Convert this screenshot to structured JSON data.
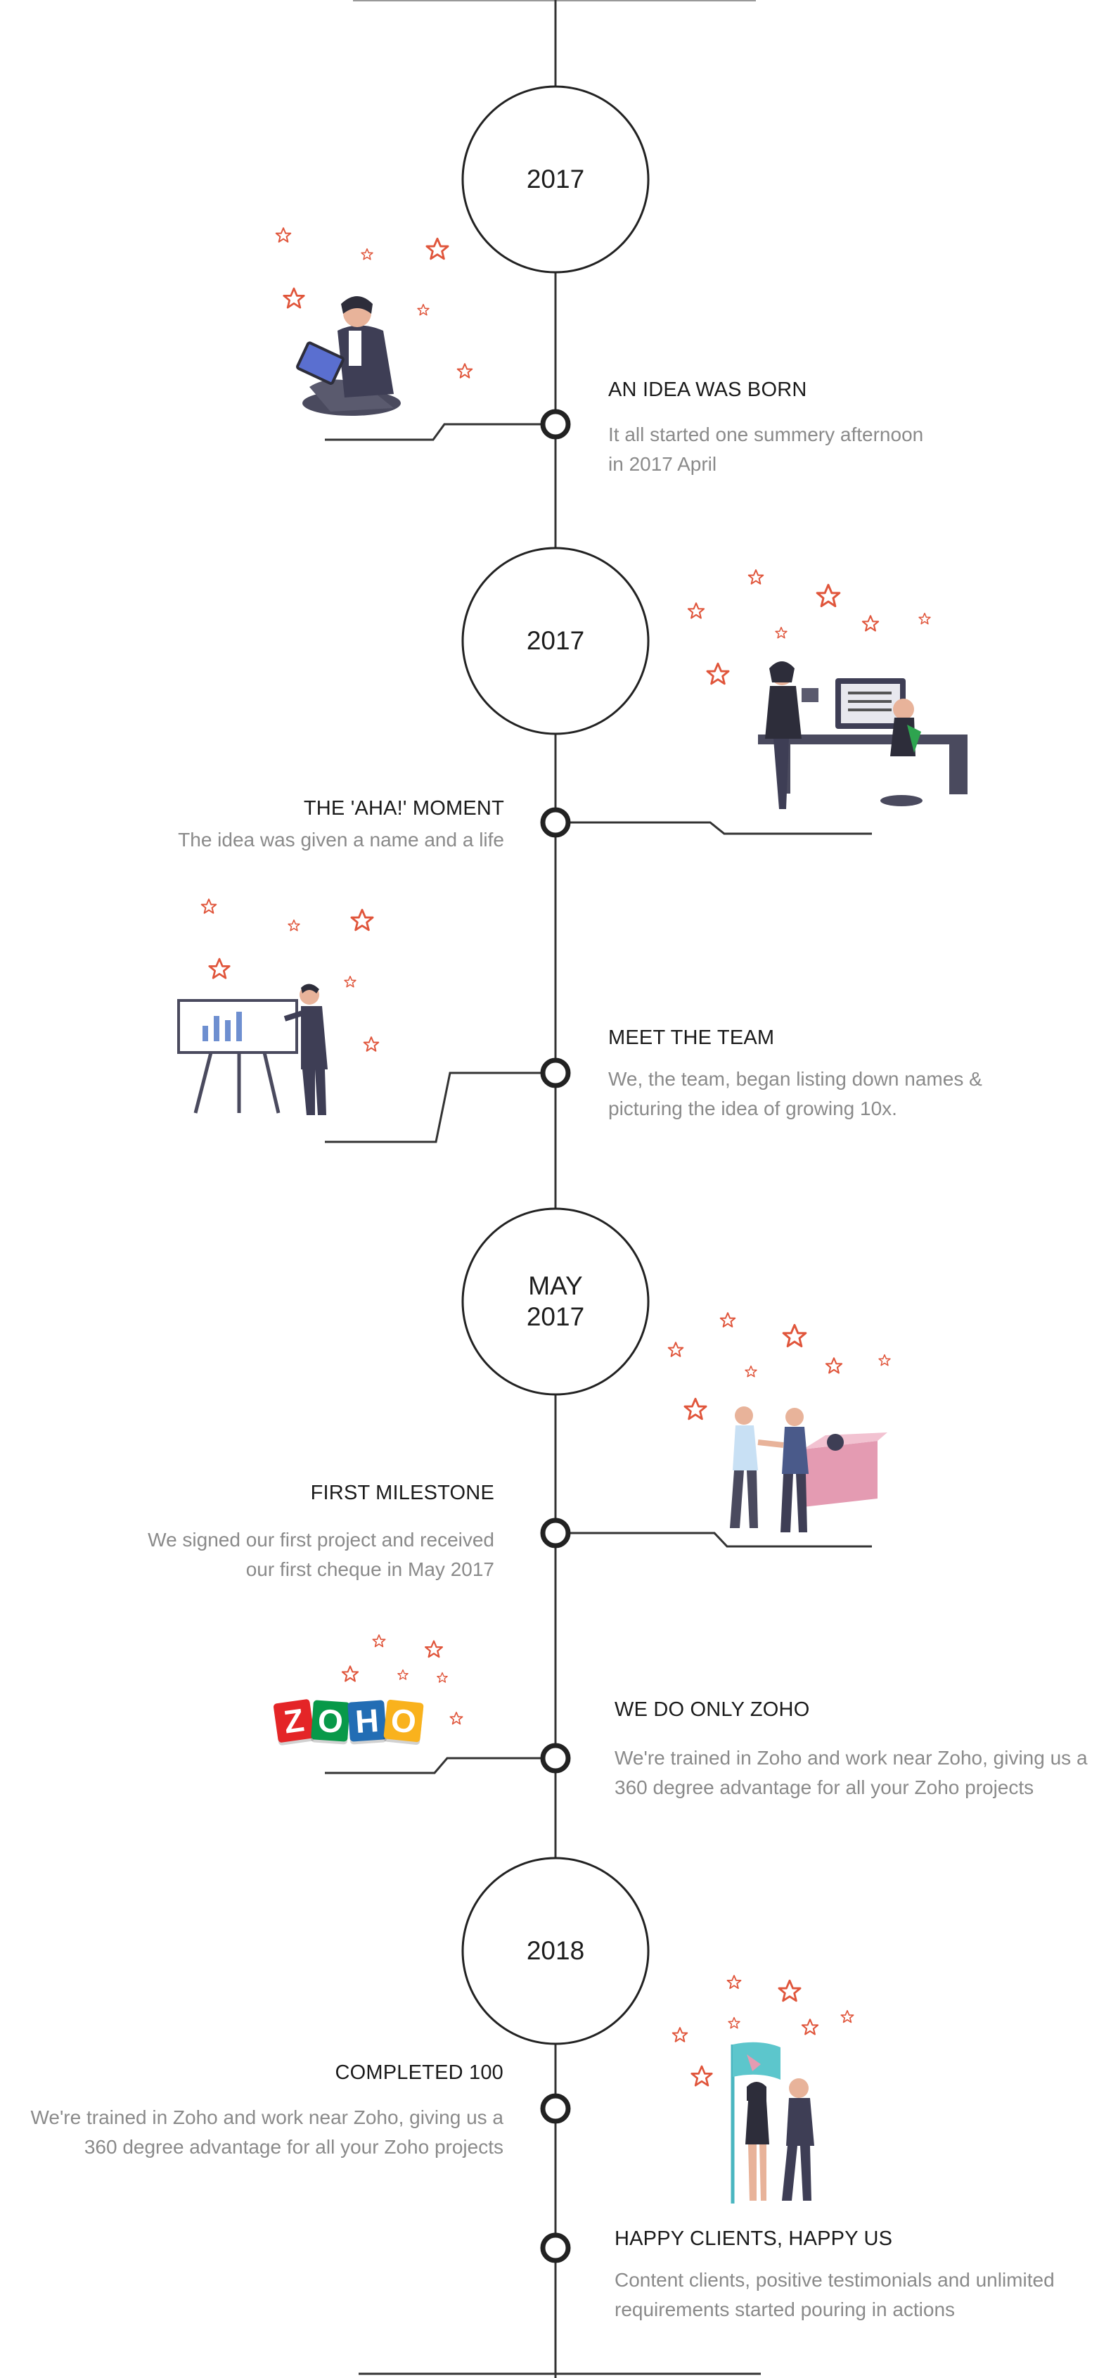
{
  "colors": {
    "line": "#333333",
    "star": "#e0553b",
    "title": "#1a1a1a",
    "desc": "#8a8a8a",
    "zoho_z": "#e42527",
    "zoho_o1": "#089949",
    "zoho_h": "#226db4",
    "zoho_o2": "#f9b21d"
  },
  "years": [
    {
      "id": "y1",
      "label": "2017"
    },
    {
      "id": "y2",
      "label": "2017"
    },
    {
      "id": "y3",
      "label": "MAY\n2017"
    },
    {
      "id": "y4",
      "label": "2018"
    }
  ],
  "events": [
    {
      "id": "idea",
      "title": "AN IDEA WAS BORN",
      "description": "It all started one summery afternoon\nin 2017 April",
      "illustration": "person-with-tablet-illustration"
    },
    {
      "id": "aha",
      "title": "THE 'AHA!' MOMENT",
      "description": "The idea was given a name and a life",
      "illustration": "people-at-desk-illustration"
    },
    {
      "id": "team",
      "title": "MEET THE TEAM",
      "description": "We, the team, began listing down names &\npicturing the idea of growing 10x.",
      "illustration": "presenter-with-chart-illustration"
    },
    {
      "id": "milestone",
      "title": "FIRST MILESTONE",
      "description": "We signed our first project and received\nour first cheque in May 2017",
      "illustration": "handshake-illustration"
    },
    {
      "id": "zoho",
      "title": "WE DO ONLY ZOHO",
      "description": "We're trained in Zoho and work near Zoho, giving us a\n360 degree advantage for all your Zoho projects",
      "illustration": "zoho-logo"
    },
    {
      "id": "completed",
      "title": "COMPLETED 100",
      "description": "We're trained in Zoho and work near Zoho, giving us a\n360 degree advantage for all your Zoho projects",
      "illustration": "team-with-flag-illustration"
    },
    {
      "id": "happy",
      "title": "HAPPY CLIENTS, HAPPY US",
      "description": "Content clients, positive testimonials and unlimited\nrequirements started pouring in actions",
      "illustration": ""
    }
  ],
  "zoho_logo": {
    "letters": [
      "Z",
      "O",
      "H",
      "O"
    ]
  }
}
